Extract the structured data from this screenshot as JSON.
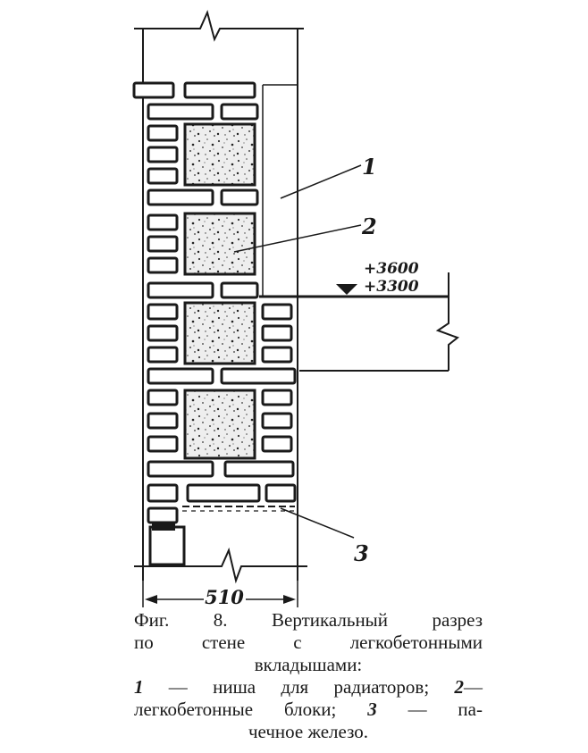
{
  "labels": {
    "leader_1": "1",
    "leader_2": "2",
    "leader_3": "3",
    "elev_top": "+3600",
    "elev_bottom": "+3300",
    "dimension": "510"
  },
  "caption": {
    "line1": "Фиг. 8.  Вертикальный  разрез",
    "line2": "по   стене   с   легкобетонными",
    "line3": "вкладышами:",
    "line4_n1": "1",
    "line4_t1": " — ниша для радиаторов; ",
    "line4_n2": "2",
    "line4_t2": "—",
    "line5_t1": "легкобетонные  блоки;  ",
    "line5_n3": "3",
    "line5_t2": "  —  па-",
    "line6": "чечное железо."
  },
  "colors": {
    "ink": "#1a1a1a",
    "concrete": "#eeeeee",
    "paper": "#ffffff"
  }
}
